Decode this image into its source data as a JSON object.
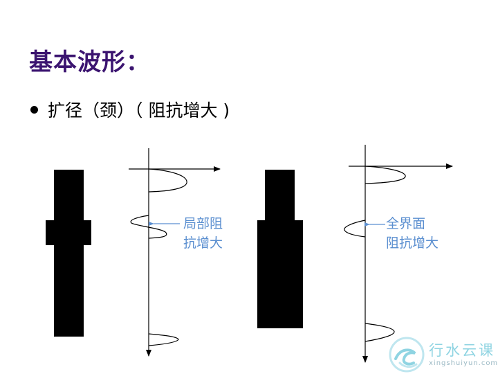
{
  "slide": {
    "title": "基本波形：",
    "bullet": "扩径（颈）（ 阻抗增大 )"
  },
  "diagram": {
    "left_label_line1": "局部阻",
    "left_label_line2": "抗增大",
    "right_label_line1": "全界面",
    "right_label_line2": "阻抗增大"
  },
  "watermark": {
    "brand": "行水云课",
    "url": "xingshuiyun.com"
  },
  "colors": {
    "title": "#3b1470",
    "annotation": "#5b8fd0",
    "watermark": "#8fd4e2"
  }
}
